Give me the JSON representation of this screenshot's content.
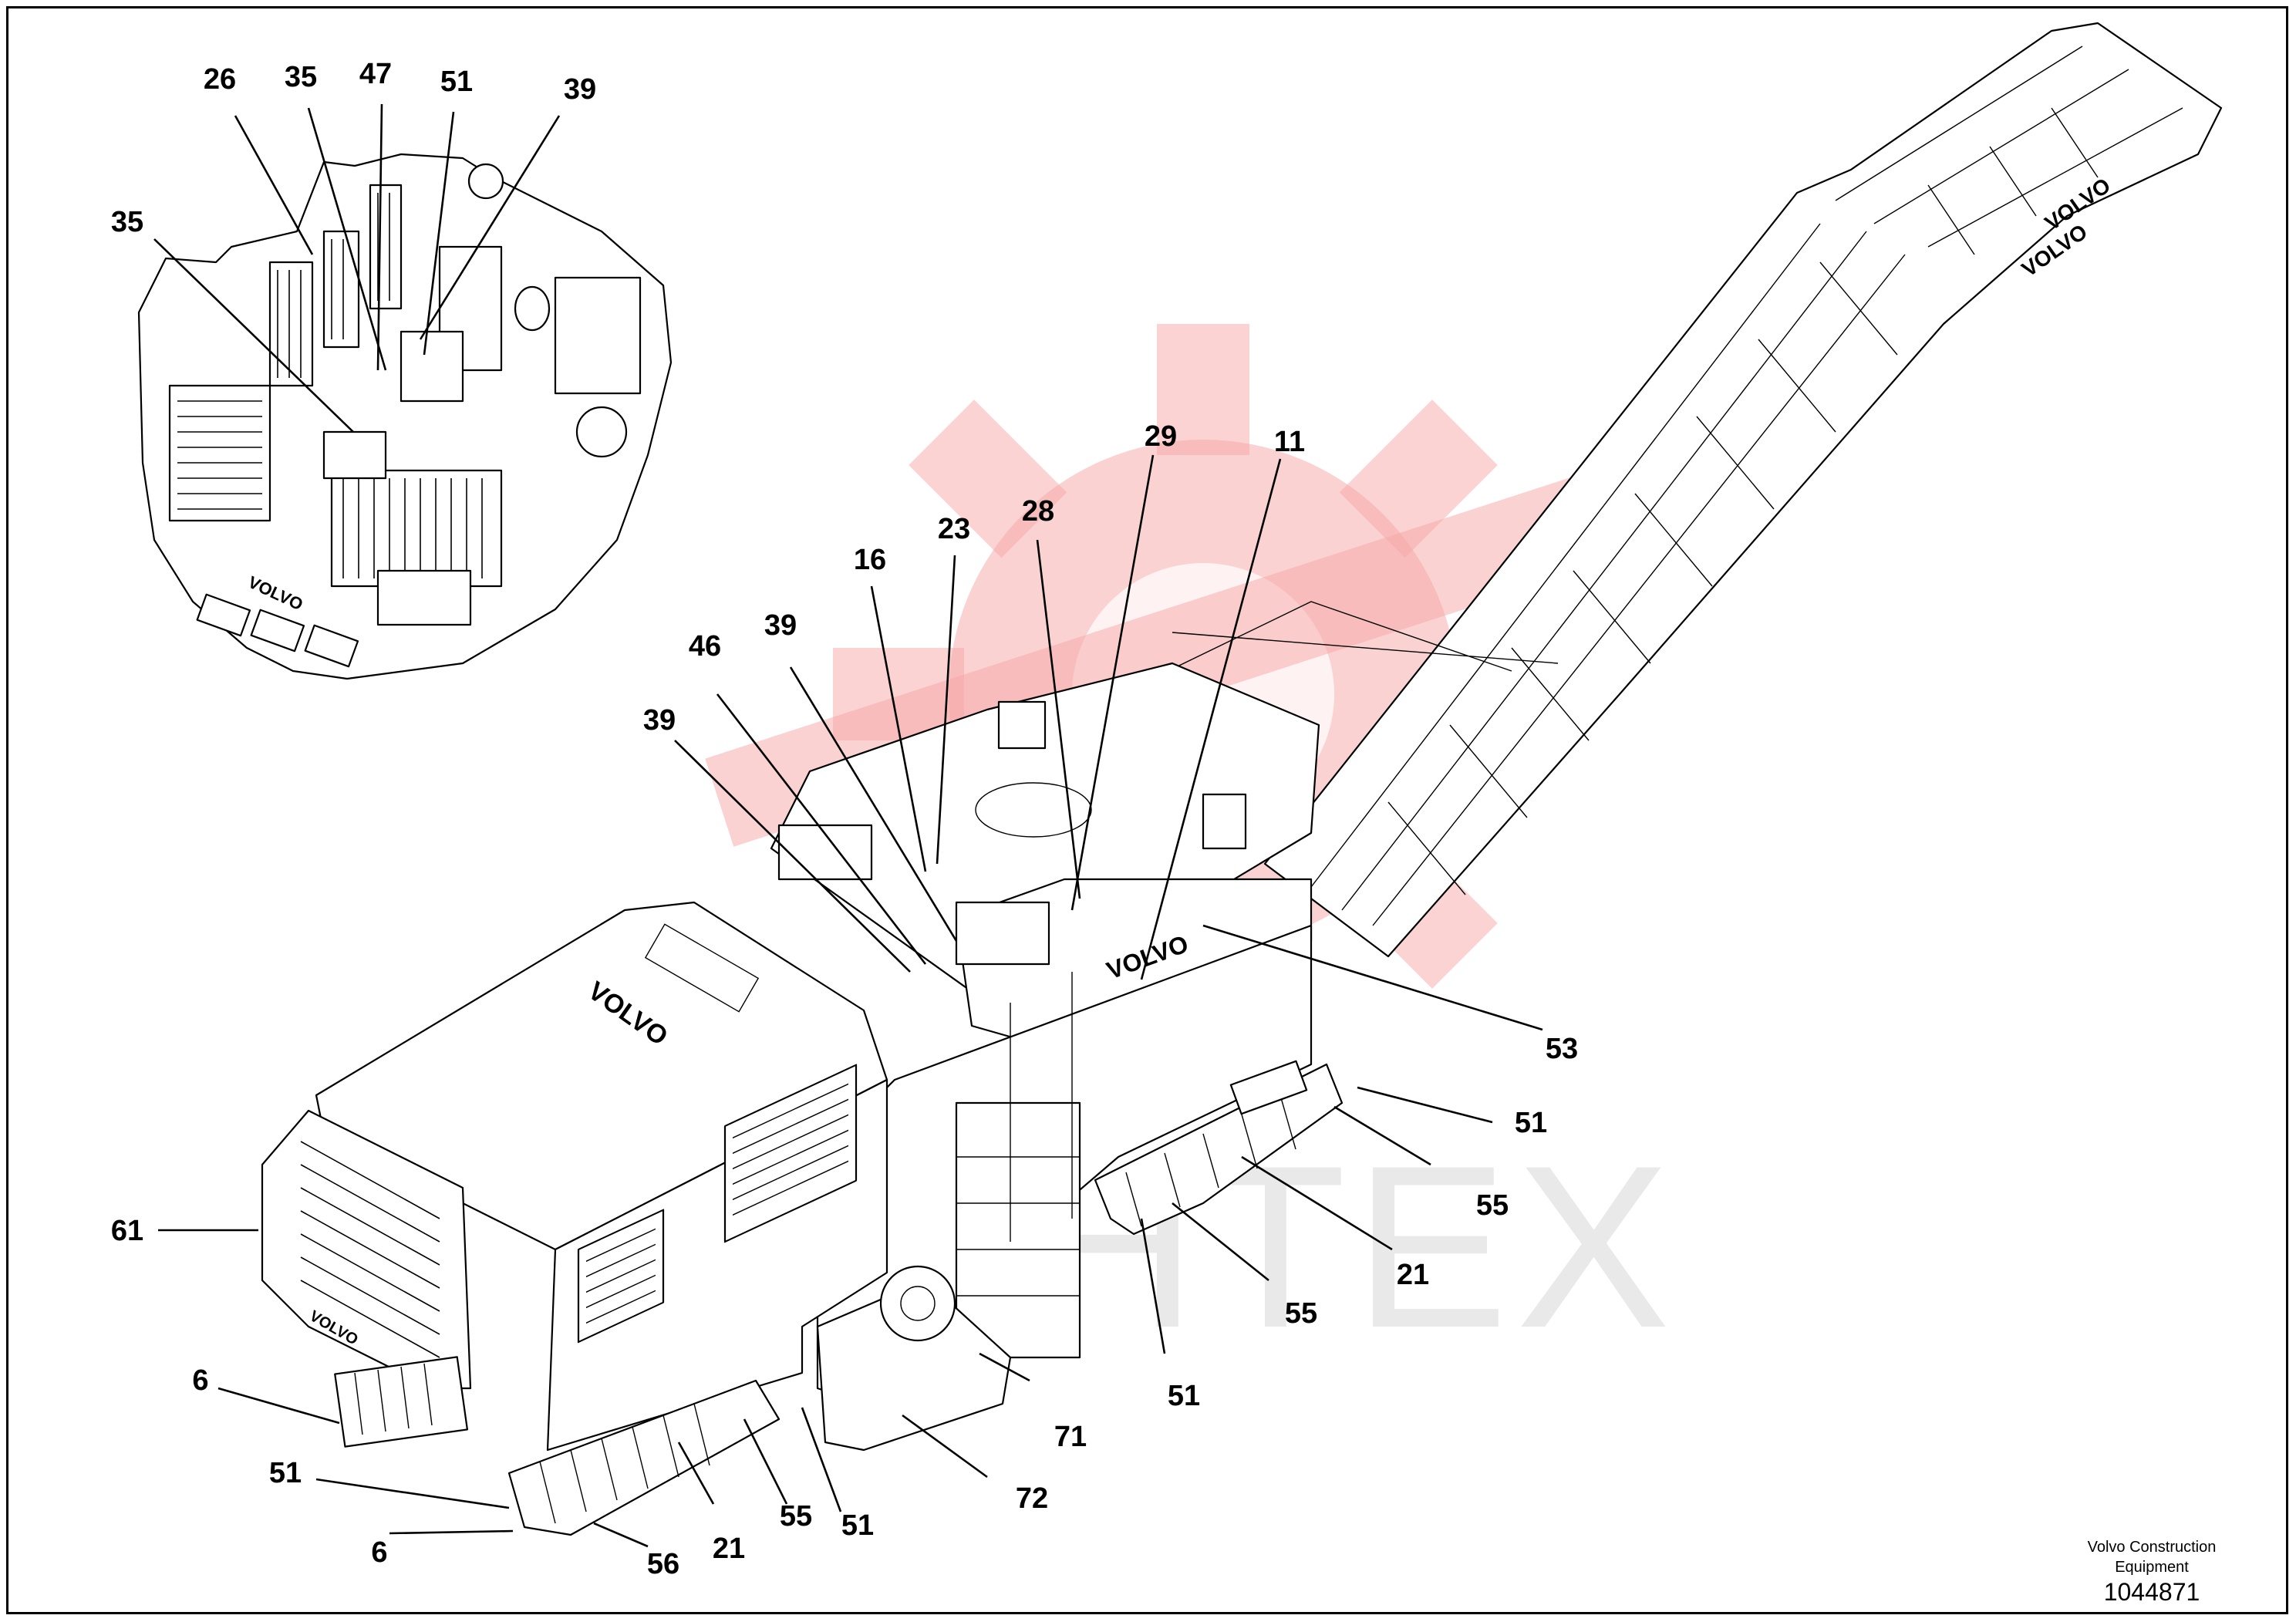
{
  "watermark": {
    "text": "ИНТЕХ",
    "color": "#f6a6a6"
  },
  "publisher_lines": [
    "Volvo Construction",
    "Equipment"
  ],
  "document_number": "1044871",
  "brand_marks": [
    "VOLVO"
  ],
  "callouts": [
    {
      "id": "c1",
      "label": "26"
    },
    {
      "id": "c2",
      "label": "35"
    },
    {
      "id": "c3",
      "label": "47"
    },
    {
      "id": "c4",
      "label": "51"
    },
    {
      "id": "c5",
      "label": "39"
    },
    {
      "id": "c6",
      "label": "35"
    },
    {
      "id": "c7",
      "label": "29"
    },
    {
      "id": "c8",
      "label": "11"
    },
    {
      "id": "c9",
      "label": "23"
    },
    {
      "id": "c10",
      "label": "28"
    },
    {
      "id": "c11",
      "label": "16"
    },
    {
      "id": "c12",
      "label": "39"
    },
    {
      "id": "c13",
      "label": "46"
    },
    {
      "id": "c14",
      "label": "39"
    },
    {
      "id": "c15",
      "label": "53"
    },
    {
      "id": "c16",
      "label": "51"
    },
    {
      "id": "c17",
      "label": "55"
    },
    {
      "id": "c18",
      "label": "21"
    },
    {
      "id": "c19",
      "label": "55"
    },
    {
      "id": "c20",
      "label": "51"
    },
    {
      "id": "c21",
      "label": "61"
    },
    {
      "id": "c22",
      "label": "71"
    },
    {
      "id": "c23",
      "label": "72"
    },
    {
      "id": "c24",
      "label": "6"
    },
    {
      "id": "c25",
      "label": "51"
    },
    {
      "id": "c26",
      "label": "55"
    },
    {
      "id": "c27",
      "label": "51"
    },
    {
      "id": "c28",
      "label": "21"
    },
    {
      "id": "c29",
      "label": "6"
    },
    {
      "id": "c30",
      "label": "56"
    }
  ]
}
